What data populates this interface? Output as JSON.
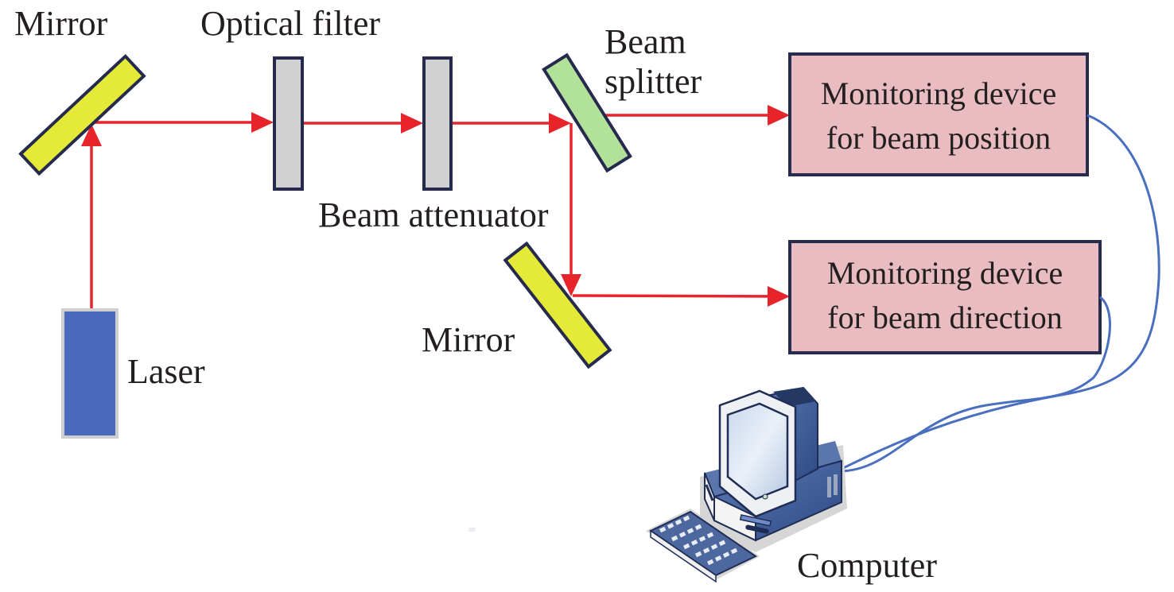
{
  "labels": {
    "mirror_top": "Mirror",
    "optical_filter": "Optical filter",
    "beam_splitter_line1": "Beam",
    "beam_splitter_line2": "splitter",
    "beam_attenuator": "Beam attenuator",
    "mirror_bottom": "Mirror",
    "laser": "Laser",
    "computer": "Computer"
  },
  "boxes": {
    "position_monitor": {
      "line1": "Monitoring device",
      "line2": "for beam position"
    },
    "direction_monitor": {
      "line1": "Monitoring device",
      "line2": "for beam direction"
    }
  },
  "colors": {
    "beam": "#e8242b",
    "mirror": "#e4ea37",
    "filter": "#d0d0d0",
    "splitter": "#b2e29a",
    "laser": "#4a6bbd",
    "monitor_box": "#e8bcc0",
    "outline": "#262a4d",
    "cable": "#4a6fbf"
  },
  "icons": {
    "computer": "desktop-computer-icon"
  }
}
